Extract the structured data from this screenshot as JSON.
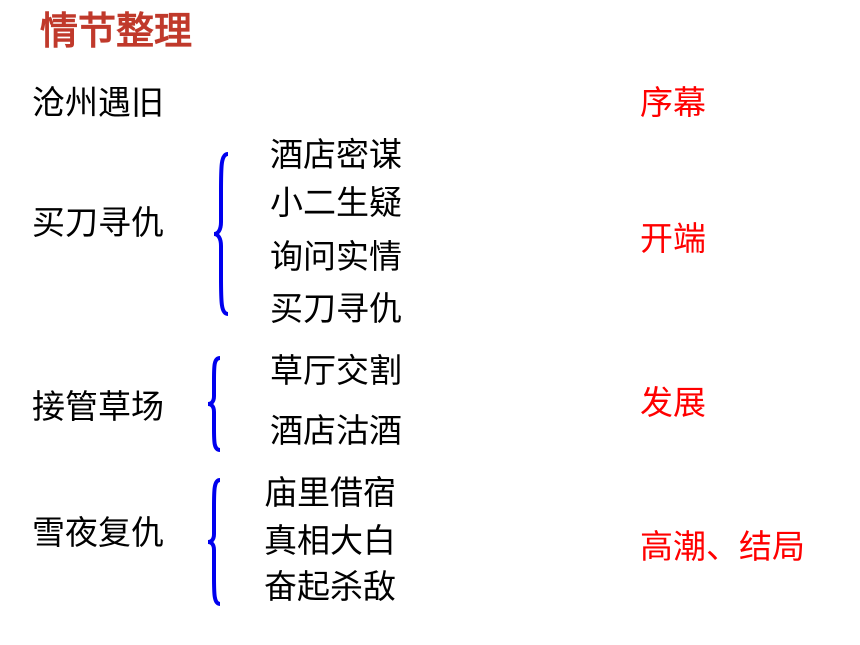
{
  "title": "情节整理",
  "rows": [
    {
      "main": "沧州遇旧",
      "subs": [],
      "stage": "序幕"
    },
    {
      "main": "买刀寻仇",
      "subs": [
        "酒店密谋",
        "小二生疑",
        "询问实情",
        "买刀寻仇"
      ],
      "stage": "开端"
    },
    {
      "main": "接管草场",
      "subs": [
        "草厅交割",
        "酒店沽酒"
      ],
      "stage": "发展"
    },
    {
      "main": "雪夜复仇",
      "subs": [
        "庙里借宿",
        "真相大白",
        "奋起杀敌"
      ],
      "stage": "高潮、结局"
    }
  ],
  "colors": {
    "title": "#c0392b",
    "stage": "#ff0000",
    "brace": "#0000ee"
  }
}
